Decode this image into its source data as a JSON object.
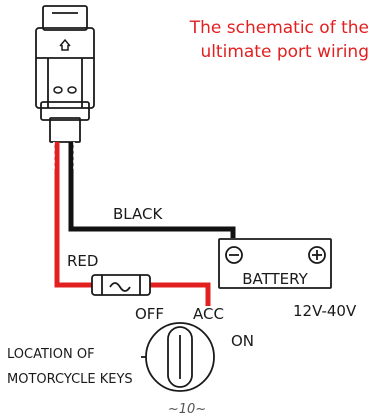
{
  "title_line1": "The schematic of the",
  "title_line2": "ultimate port wiring",
  "wire_black_label": "BLACK",
  "wire_red_label": "RED",
  "battery_label": "BATTERY",
  "battery_minus_symbol": "−",
  "battery_plus_symbol": "+",
  "voltage_label": "12V-40V",
  "switch_off_label": "OFF",
  "switch_acc_label": "ACC",
  "switch_on_label": "ON",
  "location_line1": "LOCATION OF",
  "location_line2": "MOTORCYCLE KEYS",
  "page_number": "~10~",
  "colors": {
    "title": "#e32020",
    "red_wire": "#e32020",
    "black_wire": "#111111",
    "outline": "#1a1a1a",
    "text": "#1a1a1a"
  }
}
